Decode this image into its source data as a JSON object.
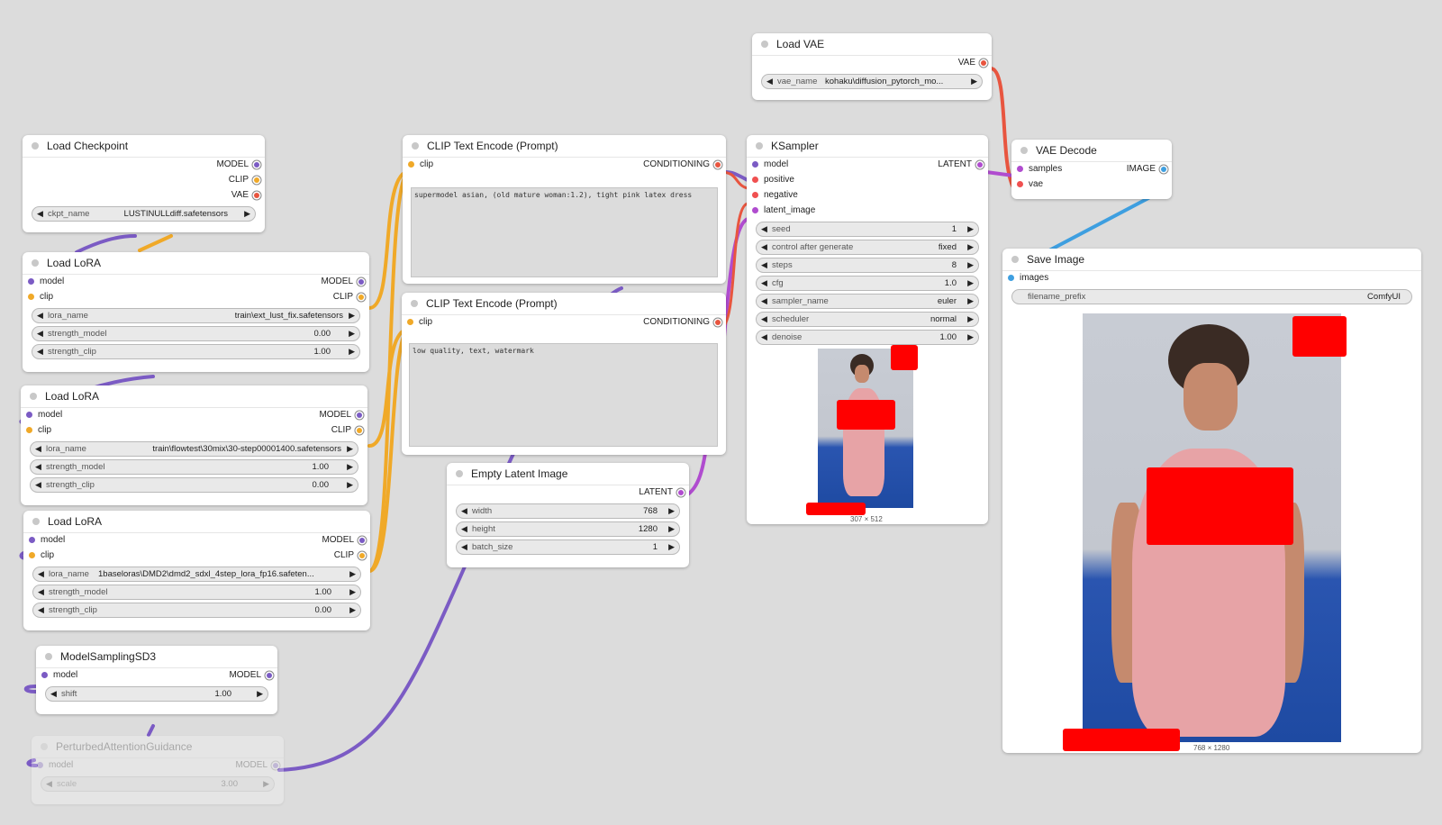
{
  "nodes": {
    "load_vae": {
      "title": "Load VAE",
      "out": "VAE",
      "widget_label": "vae_name",
      "widget_value": "kohaku\\diffusion_pytorch_mo..."
    },
    "load_checkpoint": {
      "title": "Load Checkpoint",
      "outs": [
        "MODEL",
        "CLIP",
        "VAE"
      ],
      "widget_label": "ckpt_name",
      "widget_value": "LUSTINULLdiff.safetensors"
    },
    "lora1": {
      "title": "Load LoRA",
      "in_model": "model",
      "in_clip": "clip",
      "out_model": "MODEL",
      "out_clip": "CLIP",
      "lora_label": "lora_name",
      "lora_value": "train\\ext_lust_fix.safetensors",
      "sm_label": "strength_model",
      "sm_value": "0.00",
      "sc_label": "strength_clip",
      "sc_value": "1.00"
    },
    "lora2": {
      "title": "Load LoRA",
      "in_model": "model",
      "in_clip": "clip",
      "out_model": "MODEL",
      "out_clip": "CLIP",
      "lora_label": "lora_name",
      "lora_value": "train\\flowtest\\30mix\\30-step00001400.safetensors",
      "sm_label": "strength_model",
      "sm_value": "1.00",
      "sc_label": "strength_clip",
      "sc_value": "0.00"
    },
    "lora3": {
      "title": "Load LoRA",
      "in_model": "model",
      "in_clip": "clip",
      "out_model": "MODEL",
      "out_clip": "CLIP",
      "lora_label": "lora_name",
      "lora_value": "1baseloras\\DMD2\\dmd2_sdxl_4step_lora_fp16.safeten...",
      "sm_label": "strength_model",
      "sm_value": "1.00",
      "sc_label": "strength_clip",
      "sc_value": "0.00"
    },
    "model_sampling": {
      "title": "ModelSamplingSD3",
      "in": "model",
      "out": "MODEL",
      "widget_label": "shift",
      "widget_value": "1.00"
    },
    "pag": {
      "title": "PerturbedAttentionGuidance",
      "in": "model",
      "out": "MODEL",
      "widget_label": "scale",
      "widget_value": "3.00"
    },
    "clip_pos": {
      "title": "CLIP Text Encode (Prompt)",
      "in": "clip",
      "out": "CONDITIONING",
      "text": "supermodel asian, (old mature woman:1.2), tight pink latex dress"
    },
    "clip_neg": {
      "title": "CLIP Text Encode (Prompt)",
      "in": "clip",
      "out": "CONDITIONING",
      "text": "low quality, text, watermark"
    },
    "empty_latent": {
      "title": "Empty Latent Image",
      "out": "LATENT",
      "widgets": [
        {
          "label": "width",
          "value": "768"
        },
        {
          "label": "height",
          "value": "1280"
        },
        {
          "label": "batch_size",
          "value": "1"
        }
      ]
    },
    "ksampler": {
      "title": "KSampler",
      "inputs": [
        "model",
        "positive",
        "negative",
        "latent_image"
      ],
      "out": "LATENT",
      "widgets": [
        {
          "label": "seed",
          "value": "1"
        },
        {
          "label": "control after generate",
          "value": "fixed"
        },
        {
          "label": "steps",
          "value": "8"
        },
        {
          "label": "cfg",
          "value": "1.0"
        },
        {
          "label": "sampler_name",
          "value": "euler"
        },
        {
          "label": "scheduler",
          "value": "normal"
        },
        {
          "label": "denoise",
          "value": "1.00"
        }
      ],
      "preview_size": "307 × 512"
    },
    "vae_decode": {
      "title": "VAE Decode",
      "in_samples": "samples",
      "in_vae": "vae",
      "out": "IMAGE"
    },
    "save_image": {
      "title": "Save Image",
      "in": "images",
      "widget_label": "filename_prefix",
      "widget_value": "ComfyUI",
      "preview_size": "768 × 1280"
    }
  },
  "colors": {
    "model": "#7b5bc4",
    "clip": "#f0a928",
    "vae": "#e8553f",
    "latent": "#b04ccf",
    "image": "#3e9fe0",
    "canvas": "#dcdcdc"
  }
}
